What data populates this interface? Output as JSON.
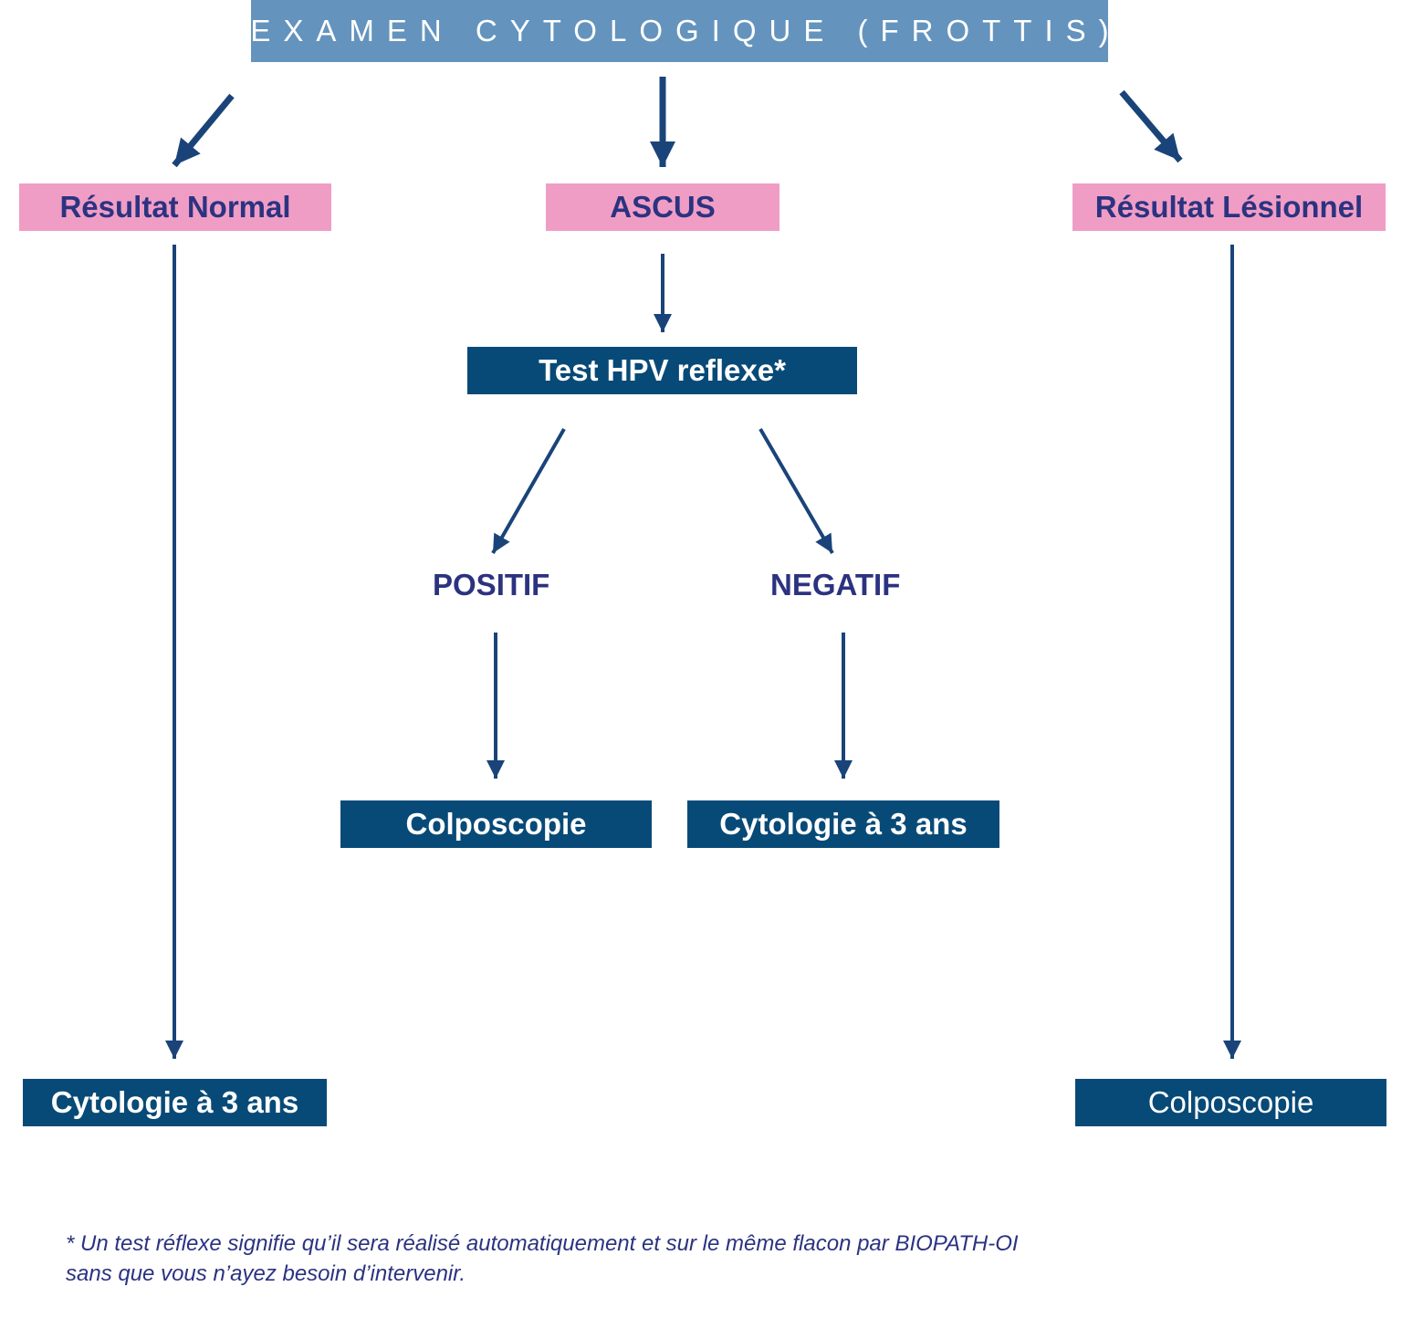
{
  "header": {
    "title": "EXAMEN CYTOLOGIQUE (FROTTIS)"
  },
  "results": {
    "normal": "Résultat Normal",
    "ascus": "ASCUS",
    "lesionnel": "Résultat Lésionnel"
  },
  "hpv_test": {
    "label": "Test HPV reflexe*"
  },
  "outcomes": {
    "positive": "POSITIF",
    "negative": "NEGATIF"
  },
  "actions": {
    "positive_action": "Colposcopie",
    "negative_action": "Cytologie à 3 ans",
    "normal_action": "Cytologie à 3 ans",
    "lesionnel_action": "Colposcopie"
  },
  "footnote": {
    "line1": "* Un test réflexe signifie qu’il sera réalisé automatiquement et sur le même flacon par BIOPATH-OI",
    "line2": "sans que vous n’ayez besoin d’intervenir."
  },
  "colors": {
    "header_bg": "#6494bd",
    "pink_box": "#f09dc6",
    "navy_box": "#084a77",
    "text_dark_blue": "#2b3380",
    "arrow": "#1a4479"
  }
}
